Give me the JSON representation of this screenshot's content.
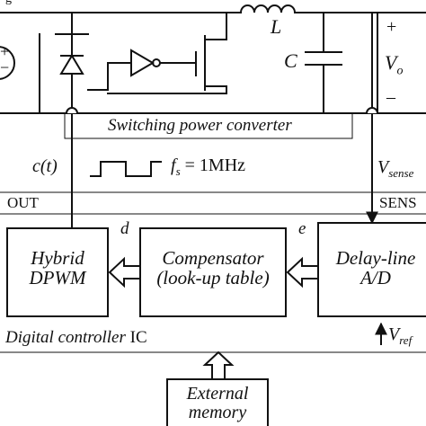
{
  "converter": {
    "title": "Switching power converter",
    "inductor_label": "L",
    "capacitor_label": "C",
    "output_plus": "+",
    "output_minus": "–",
    "output_voltage": "V",
    "output_voltage_sub": "o",
    "source_plus": "+",
    "source_minus": "−"
  },
  "signals": {
    "control_label": "c(t)",
    "freq_label": "f",
    "freq_sub": "s",
    "freq_value": " = 1MHz",
    "sense_label": "V",
    "sense_sub": "sense",
    "out_pin": "OUT",
    "sense_pin": "SENS",
    "d_label": "d",
    "e_label": "e",
    "ref_label": "V",
    "ref_sub": "ref"
  },
  "blocks": {
    "dpwm_line1": "Hybrid",
    "dpwm_line2": "DPWM",
    "comp_line1": "Compensator",
    "comp_line2": "(look-up table)",
    "adc_line1": "Delay-line",
    "adc_line2": "A/D",
    "memory_line1": "External",
    "memory_line2": "memory"
  },
  "ic": {
    "label_italic": "Digital controller",
    "label_plain": " IC"
  },
  "topleft_fragment": "g"
}
